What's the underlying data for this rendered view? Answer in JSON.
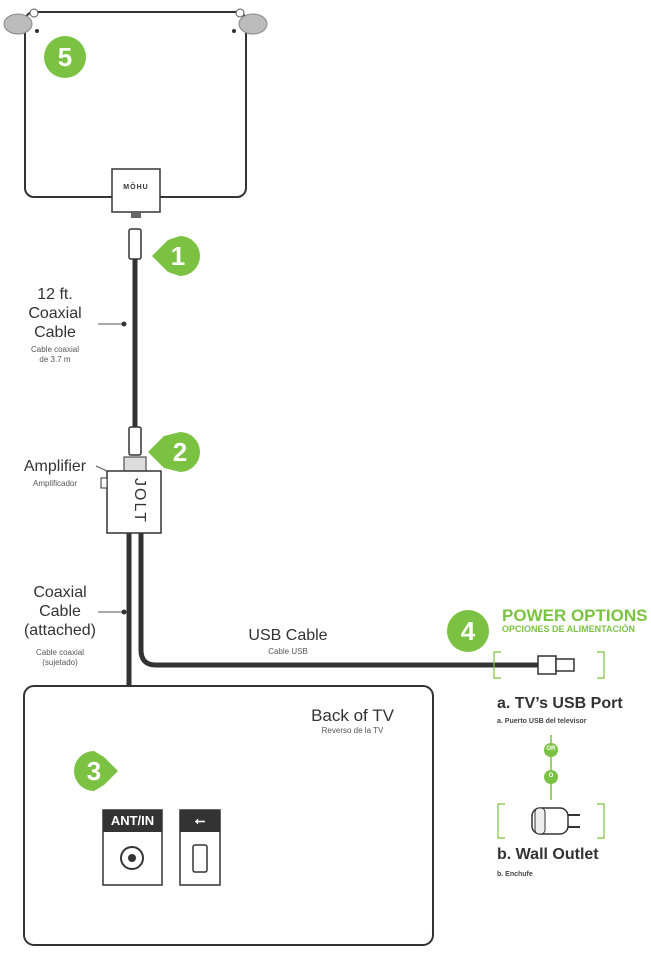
{
  "steps": [
    "1",
    "2",
    "3",
    "4",
    "5"
  ],
  "antenna": {
    "brand": "MŌHU"
  },
  "coax_top": {
    "title_line1": "12 ft.",
    "title_line2": "Coaxial",
    "title_line3": "Cable",
    "sub_line1": "Cable coaxial",
    "sub_line2": "de 3.7 m"
  },
  "amplifier": {
    "title": "Amplifier",
    "sub": "Amplificador",
    "brand": "JOLT"
  },
  "coax_attached": {
    "title_line1": "Coaxial",
    "title_line2": "Cable",
    "title_line3": "(attached)",
    "sub_line1": "Cable coaxial",
    "sub_line2": "(sujetado)"
  },
  "usb_cable": {
    "title": "USB Cable",
    "sub": "Cable USB"
  },
  "tv": {
    "title": "Back of TV",
    "sub": "Reverso de la TV",
    "ant_label": "ANT/IN",
    "usb_symbol": "⭠"
  },
  "power": {
    "title": "POWER OPTIONS",
    "sub": "OPCIONES DE ALIMENTACIÓN",
    "option_a": {
      "title": "a. TV’s USB Port",
      "sub": "a. Puerto USB del televisor"
    },
    "or_labels": [
      "OR",
      "O"
    ],
    "option_b": {
      "title": "b. Wall Outlet",
      "sub": "b. Enchufe"
    }
  },
  "colors": {
    "accent": "#7cc242",
    "cable": "#333333",
    "outline": "#333333"
  }
}
